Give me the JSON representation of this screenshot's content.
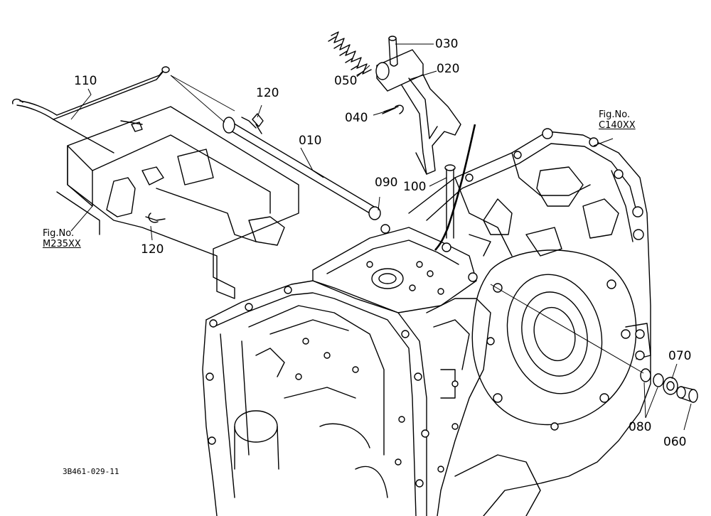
{
  "drawing_number": "3B461-029-11",
  "callouts": {
    "p110": "110",
    "p120a": "120",
    "p010": "010",
    "p030": "030",
    "p050": "050",
    "p020": "020",
    "p040": "040",
    "p090": "090",
    "p100": "100",
    "p120b": "120",
    "p070": "070",
    "p080": "080",
    "p060": "060"
  },
  "figure_refs": {
    "left": {
      "label": "Fig.No.",
      "code": "M235XX"
    },
    "right": {
      "label": "Fig.No.",
      "code": "C140XX"
    }
  }
}
